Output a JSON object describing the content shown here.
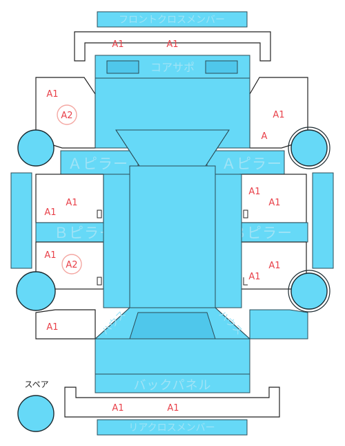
{
  "parts": {
    "front_cross_member": "フロントクロスメンバー",
    "radiator_support": "コアサポ",
    "a_pillar_left": "Ａピラー",
    "a_pillar_right": "Ａピラー",
    "b_pillar_left": "Ｂピラー",
    "b_pillar_right": "Ｂピラー",
    "house_left": "ハウス",
    "house_right": "ハウス",
    "back_panel": "バックパネル",
    "rear_cross_member": "リアクロスメンバー"
  },
  "spare": {
    "label": "スペア"
  },
  "codes": {
    "front_member_1": "A1",
    "front_member_2": "A1",
    "left_fender": "A1",
    "left_fender_ring": "A2",
    "right_fender": "A1",
    "right_fender_a": "A",
    "left_front_door_1": "A1",
    "left_front_door_2": "A1",
    "right_front_door_1": "A1",
    "right_front_door_2": "A1",
    "left_rear_door": "A1",
    "left_rear_door_ring": "A2",
    "right_rear_door_1": "A1",
    "right_rear_door_2": "A1",
    "left_quarter": "A1",
    "rear_member_1": "A1",
    "rear_member_2": "A1"
  }
}
